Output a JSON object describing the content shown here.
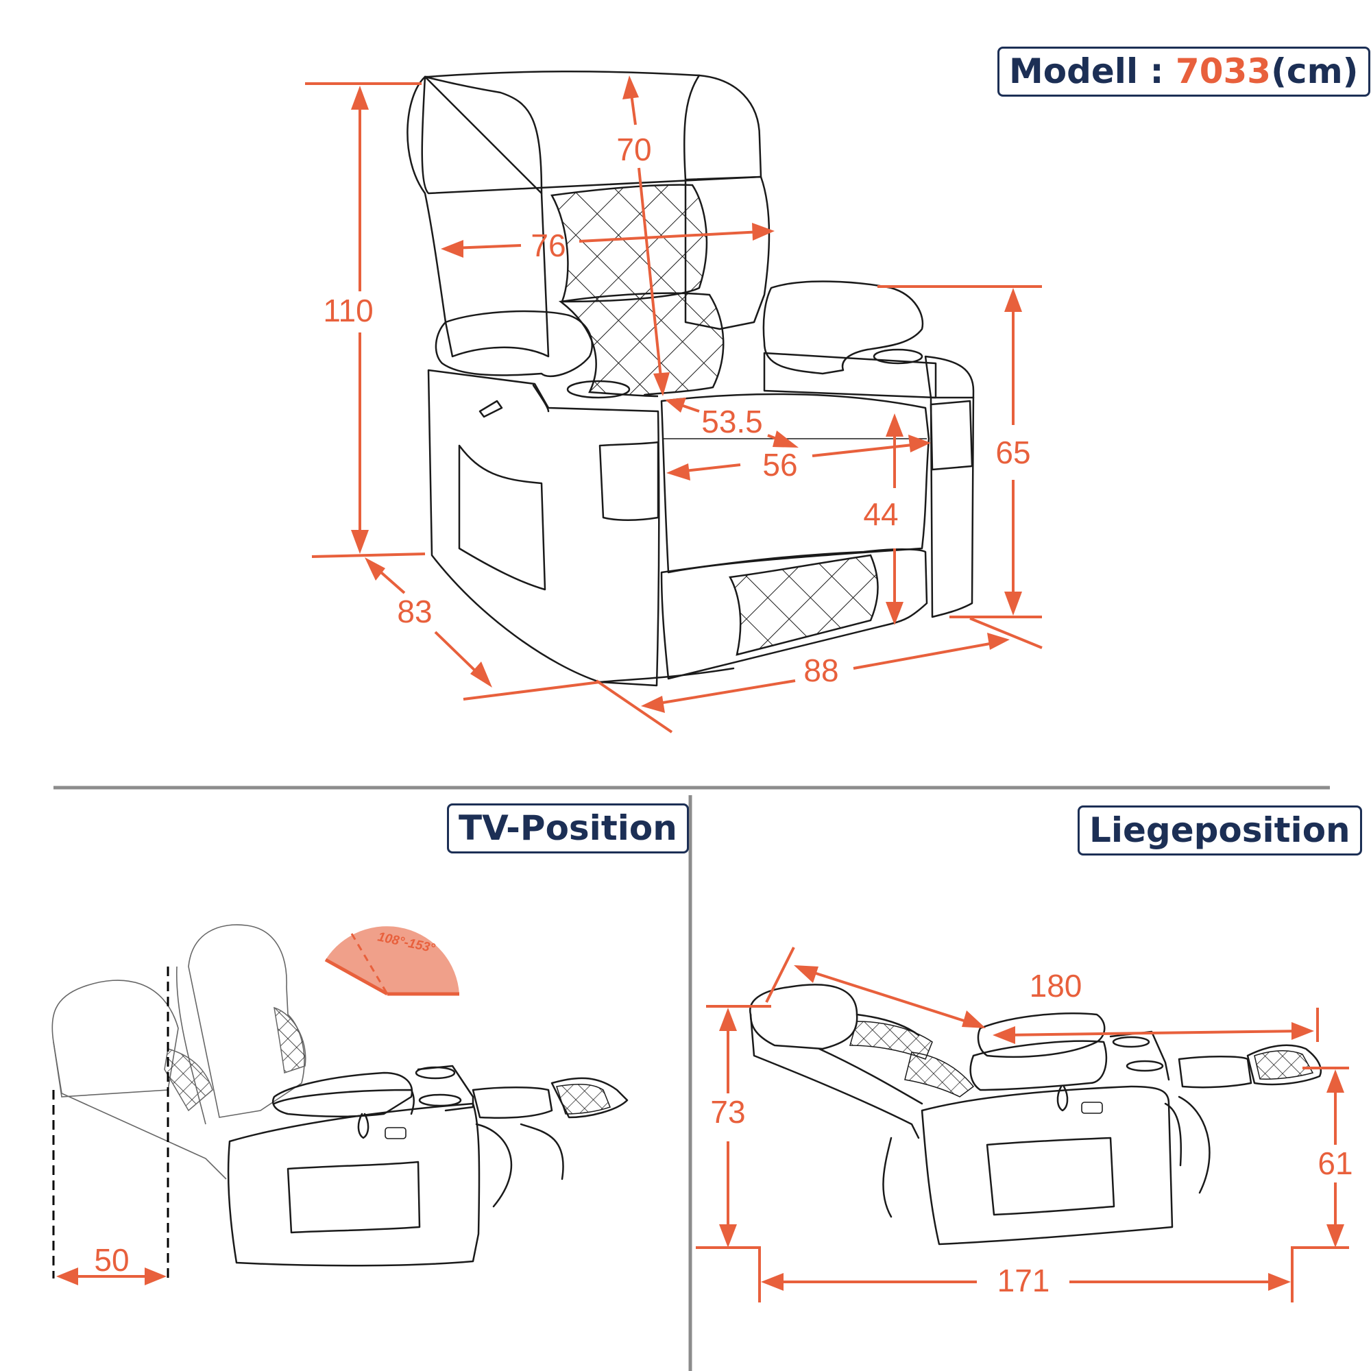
{
  "title": {
    "label": "Modell : ",
    "model": "7033",
    "unit": "(cm)"
  },
  "front_view": {
    "dimensions": {
      "total_height": "110",
      "backrest_height": "70",
      "backrest_width": "76",
      "seat_depth": "53.5",
      "seat_width": "56",
      "seat_height": "44",
      "armrest_height": "65",
      "depth": "83",
      "width": "88"
    }
  },
  "tv_position": {
    "title": "TV-Position",
    "angle_range": "108°-153°",
    "wall_clearance": "50"
  },
  "recline_position": {
    "title": "Liegeposition",
    "reclined_length": "180",
    "backrest_height": "73",
    "footrest_height": "61",
    "floor_length": "171"
  },
  "colors": {
    "dimension": "#e8603c",
    "badge_text": "#1c2f55",
    "outline": "#1a1a1a",
    "divider": "#8c8c8c"
  }
}
